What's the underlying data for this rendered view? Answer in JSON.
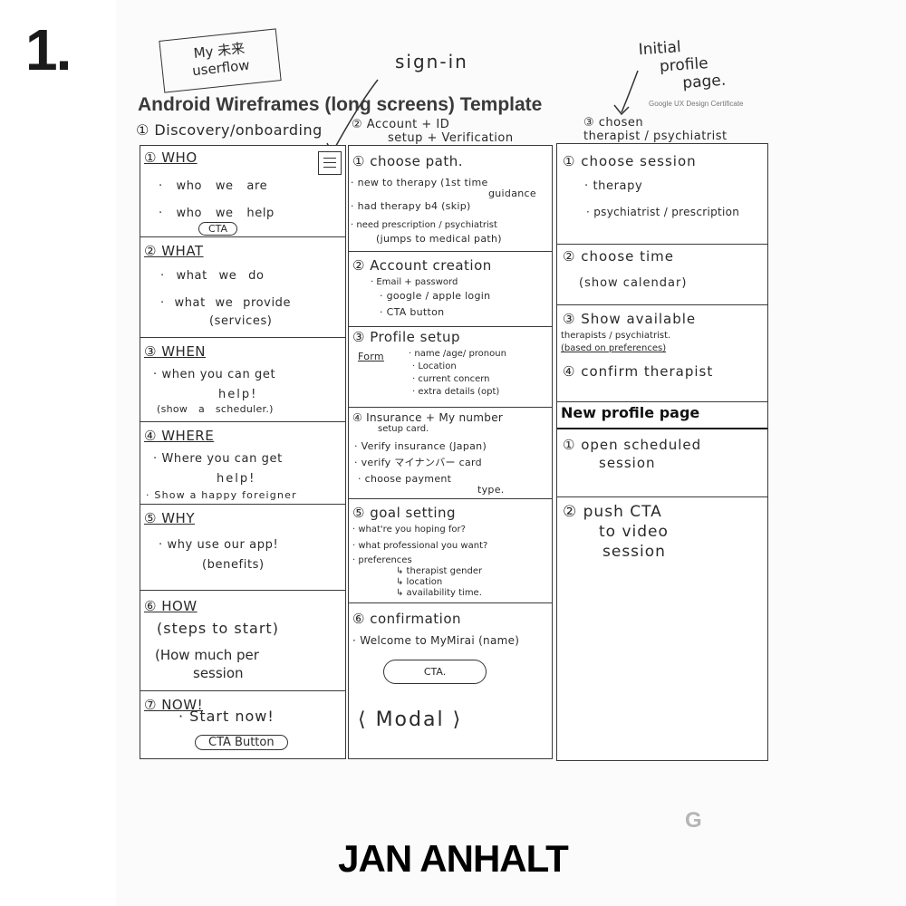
{
  "step_number": "1.",
  "author": "JAN ANHALT",
  "sticker": {
    "line1": "My 未来",
    "line2": "userflow"
  },
  "annotations": {
    "sign_in": "sign-in",
    "initial_profile": [
      "Initial",
      "profile",
      "page."
    ]
  },
  "template_title": "Android Wireframes (long screens) Template",
  "certificate": "Google UX Design Certificate",
  "google_mark": "G",
  "columns": [
    {
      "header": "① Discovery/onboarding",
      "sections": [
        {
          "title": "① WHO",
          "items": [
            "· who we are",
            "· who we help"
          ],
          "cta": "CTA"
        },
        {
          "title": "② WHAT",
          "items": [
            "· what we do",
            "· what we provide",
            "(services)"
          ]
        },
        {
          "title": "③ WHEN",
          "items": [
            "· when you can get",
            "help!",
            "(show a scheduler.)"
          ]
        },
        {
          "title": "④ WHERE",
          "items": [
            "· Where you can get",
            "help!",
            "· Show a happy foreigner"
          ]
        },
        {
          "title": "⑤ WHY",
          "items": [
            "· why use our app!",
            "(benefits)"
          ]
        },
        {
          "title": "⑥ HOW",
          "items": [
            "(steps to start)",
            "(How much per",
            "session"
          ]
        },
        {
          "title": "⑦ NOW!",
          "items": [
            "· Start now!"
          ],
          "cta": "CTA Button"
        }
      ]
    },
    {
      "header": [
        "② Account + ID",
        "setup + Verification"
      ],
      "sections": [
        {
          "title": "① choose path.",
          "items": [
            "· new to therapy (1st time",
            "guidance",
            "· had therapy b4 (skip)",
            "· need prescription / psychiatrist",
            "(jumps to medical path)"
          ]
        },
        {
          "title": "② Account creation",
          "items": [
            "· Email + password",
            "· google / apple login",
            "· CTA button"
          ]
        },
        {
          "title": "③ Profile setup",
          "form_label": "Form",
          "items": [
            "· name /age/ pronoun",
            "· Location",
            "· current concern",
            "· extra details (opt)"
          ]
        },
        {
          "title": "④ Insurance + My number",
          "title2": "setup card.",
          "items": [
            "· Verify insurance (Japan)",
            "· verify マイナンバー card",
            "· choose payment",
            "type."
          ]
        },
        {
          "title": "⑤ goal setting",
          "items": [
            "· what're you hoping for?",
            "· what professional you want?",
            "· preferences",
            "↳ therapist gender",
            "↳ location",
            "↳ availability time."
          ]
        },
        {
          "title": "⑥ confirmation",
          "items": [
            "· Welcome to MyMirai (name)"
          ],
          "cta": "CTA.",
          "modal": "⟨ Modal ⟩"
        }
      ]
    },
    {
      "header": [
        "③ chosen",
        "therapist / psychiatrist"
      ],
      "sections": [
        {
          "title": "① choose session",
          "items": [
            "· therapy",
            "· psychiatrist / prescription"
          ]
        },
        {
          "title": "② choose time",
          "items": [
            "(show calendar)"
          ]
        },
        {
          "title": "③ Show available",
          "items": [
            "therapists / psychiatrist.",
            "(based on preferences)"
          ]
        },
        {
          "title": "④ confirm therapist",
          "items": []
        },
        {
          "title": "New profile page",
          "items": []
        },
        {
          "title": "① open scheduled",
          "items": [
            "session"
          ]
        },
        {
          "title": "② push CTA",
          "items": [
            "to video",
            "session"
          ]
        }
      ]
    }
  ]
}
